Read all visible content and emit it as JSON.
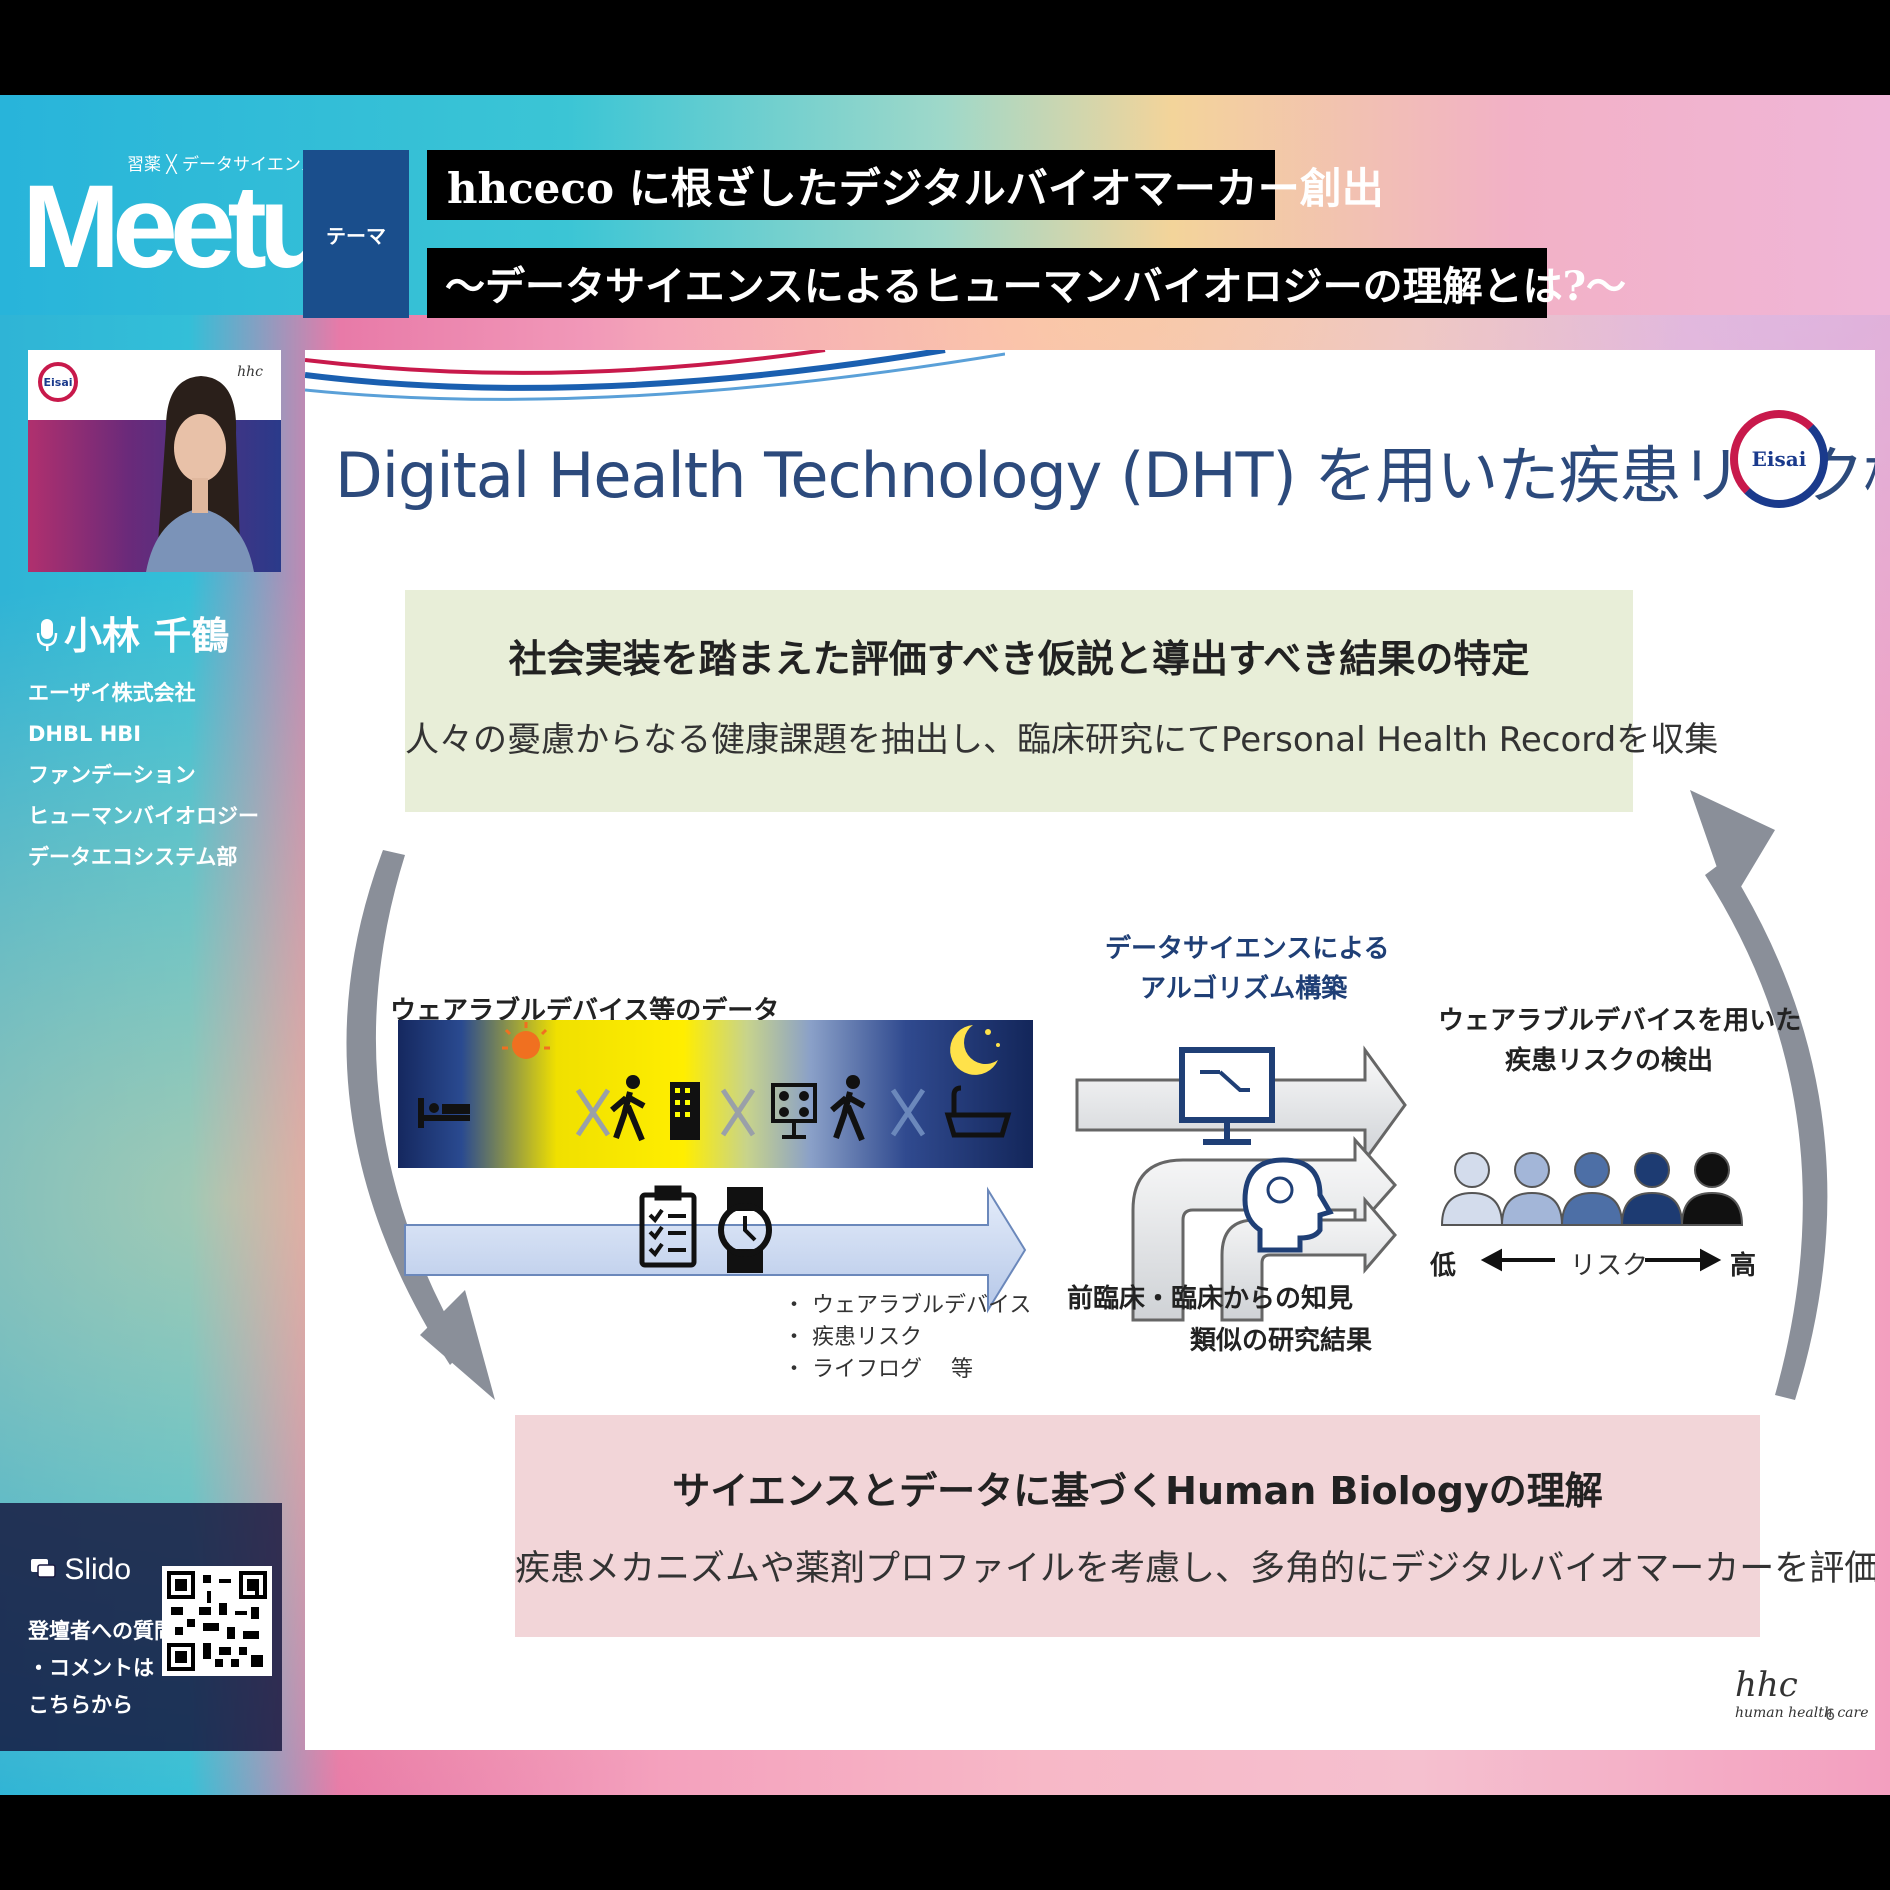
{
  "header": {
    "logo_tagline": "習薬 ╳ データサイエンス",
    "logo_title": "Meetup",
    "theme_label": "テーマ",
    "theme_line1": "hhceco に根ざしたデジタルバイオマーカー創出",
    "theme_line2": "〜データサイエンスによるヒューマンバイオロジーの理解とは?〜"
  },
  "speaker": {
    "name": "小林 千鶴",
    "affiliation": [
      "エーザイ株式会社",
      "DHBL HBI",
      "ファンデーション",
      "ヒューマンバイオロジー",
      "データエコシステム部"
    ],
    "cam_logo": "Eisai",
    "cam_brand": "hhc"
  },
  "slido": {
    "name": "Slido",
    "lines": [
      "登壇者への質問",
      "・コメントは",
      "こちらから"
    ]
  },
  "slide": {
    "title": "Digital Health Technology (DHT) を用いた疾患リスク検出",
    "logo": "Eisai",
    "top_box": {
      "heading": "社会実装を踏まえた評価すべき仮説と導出すべき結果の特定",
      "text": "人々の憂慮からなる健康課題を抽出し、臨床研究にてPersonal Health Recordを収集"
    },
    "wearable_label": "ウェアラブルデバイス等のデータ",
    "bullets": [
      "・ ウェアラブルデバイス",
      "・ 疾患リスク",
      "・ ライフログ　 等"
    ],
    "algo_label_1": "データサイエンスによる",
    "algo_label_2": "アルゴリズム構築",
    "knowledge_1": "前臨床・臨床からの知見",
    "knowledge_2": "類似の研究結果",
    "detect_1": "ウェアラブルデバイスを用いた",
    "detect_2": "疾患リスクの検出",
    "risk_low": "低",
    "risk_mid": "リスク",
    "risk_high": "高",
    "bottom_box": {
      "heading": "サイエンスとデータに基づくHuman Biologyの理解",
      "text": "疾患メカニズムや薬剤プロファイルを考慮し、多角的にデジタルバイオマーカーを評価"
    },
    "brand_mark": "hhc",
    "brand_tagline": "human health care",
    "page_number": "6"
  },
  "colors": {
    "slide_title": "#2c4a7c",
    "theme_label_bg": "#1a4e8c",
    "eisai_red": "#c8194b",
    "eisai_blue": "#1a3a8c",
    "top_box_bg": "#e8eed8",
    "bottom_box_bg": "#f2d5d8",
    "risk_colors": [
      "#d3dcec",
      "#a3b6d8",
      "#4d6fa6",
      "#1d3b72",
      "#111111"
    ]
  }
}
